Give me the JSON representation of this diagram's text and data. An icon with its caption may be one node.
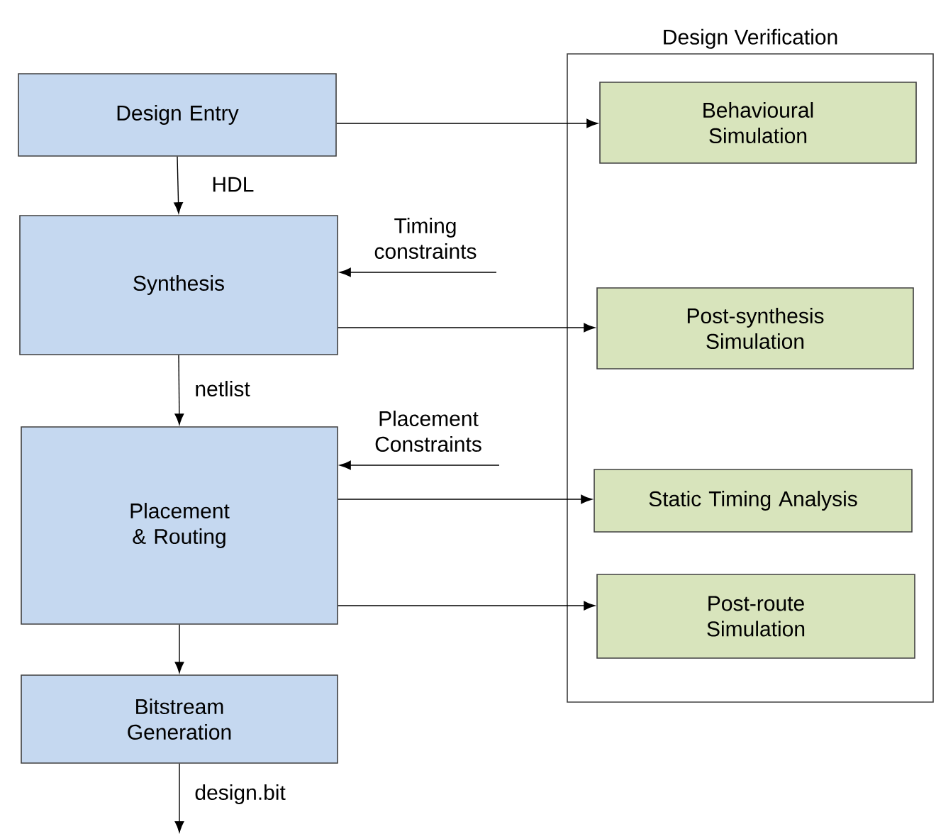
{
  "diagram": {
    "nodes": [
      {
        "text": [
          "Design Verification"
        ]
      },
      {
        "text": [
          "Design Entry"
        ]
      },
      {
        "text": [
          "Synthesis"
        ]
      },
      {
        "text": [
          "Placement & Routing"
        ]
      },
      {
        "text": [
          "Bitstream Generation"
        ]
      },
      {
        "text": [
          "Behavioural Simulation"
        ],
        "in": 0
      },
      {
        "text": [
          "Post-synthesis Simulation"
        ],
        "in": 0
      },
      {
        "text": [
          "Static Timing Analysis"
        ],
        "in": 0
      },
      {
        "text": [
          "Post-route Simulation"
        ],
        "in": 0
      }
    ],
    "edges": [
      {
        "from": 1,
        "to": 2,
        "arrow": "to",
        "label": "HDL"
      },
      {
        "from": 2,
        "to": 3,
        "arrow": "to",
        "label": "netlist"
      },
      {
        "from": 3,
        "to": 4,
        "arrow": "to"
      },
      {
        "from": 4,
        "to": null,
        "arrow": "to",
        "label": "design.bit"
      },
      {
        "from": null,
        "to": 2,
        "arrow": "to",
        "label": "Timing constraints"
      },
      {
        "from": null,
        "to": 3,
        "arrow": "to",
        "label": "Placement Constraints"
      },
      {
        "from": 1,
        "to": 5,
        "arrow": "to"
      },
      {
        "from": 2,
        "to": 6,
        "arrow": "to"
      },
      {
        "from": 3,
        "to": 7,
        "arrow": "to"
      },
      {
        "from": 3,
        "to": 8,
        "arrow": "to"
      }
    ]
  }
}
